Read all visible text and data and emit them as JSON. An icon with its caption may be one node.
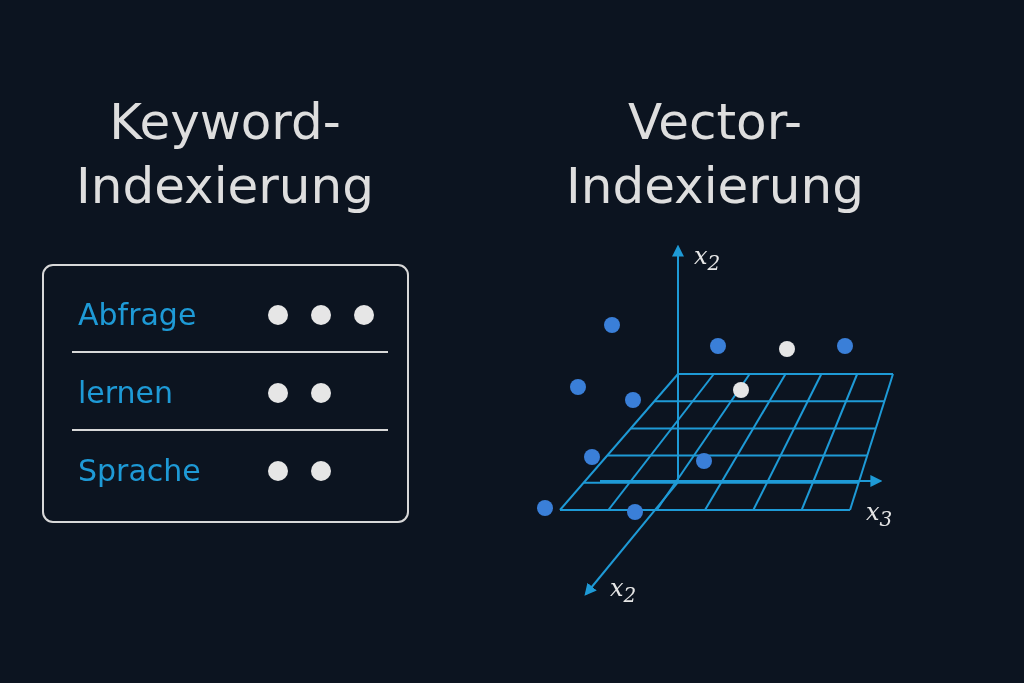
{
  "diagram": {
    "labels": [
      "Keyword- Indexierung",
      "Vector- Indexierung",
      "Abfrage",
      "x$_{2}$",
      "lernen",
      "Sprache",
      "x$_{3}$",
      "x$_{2}$"
    ]
  }
}
